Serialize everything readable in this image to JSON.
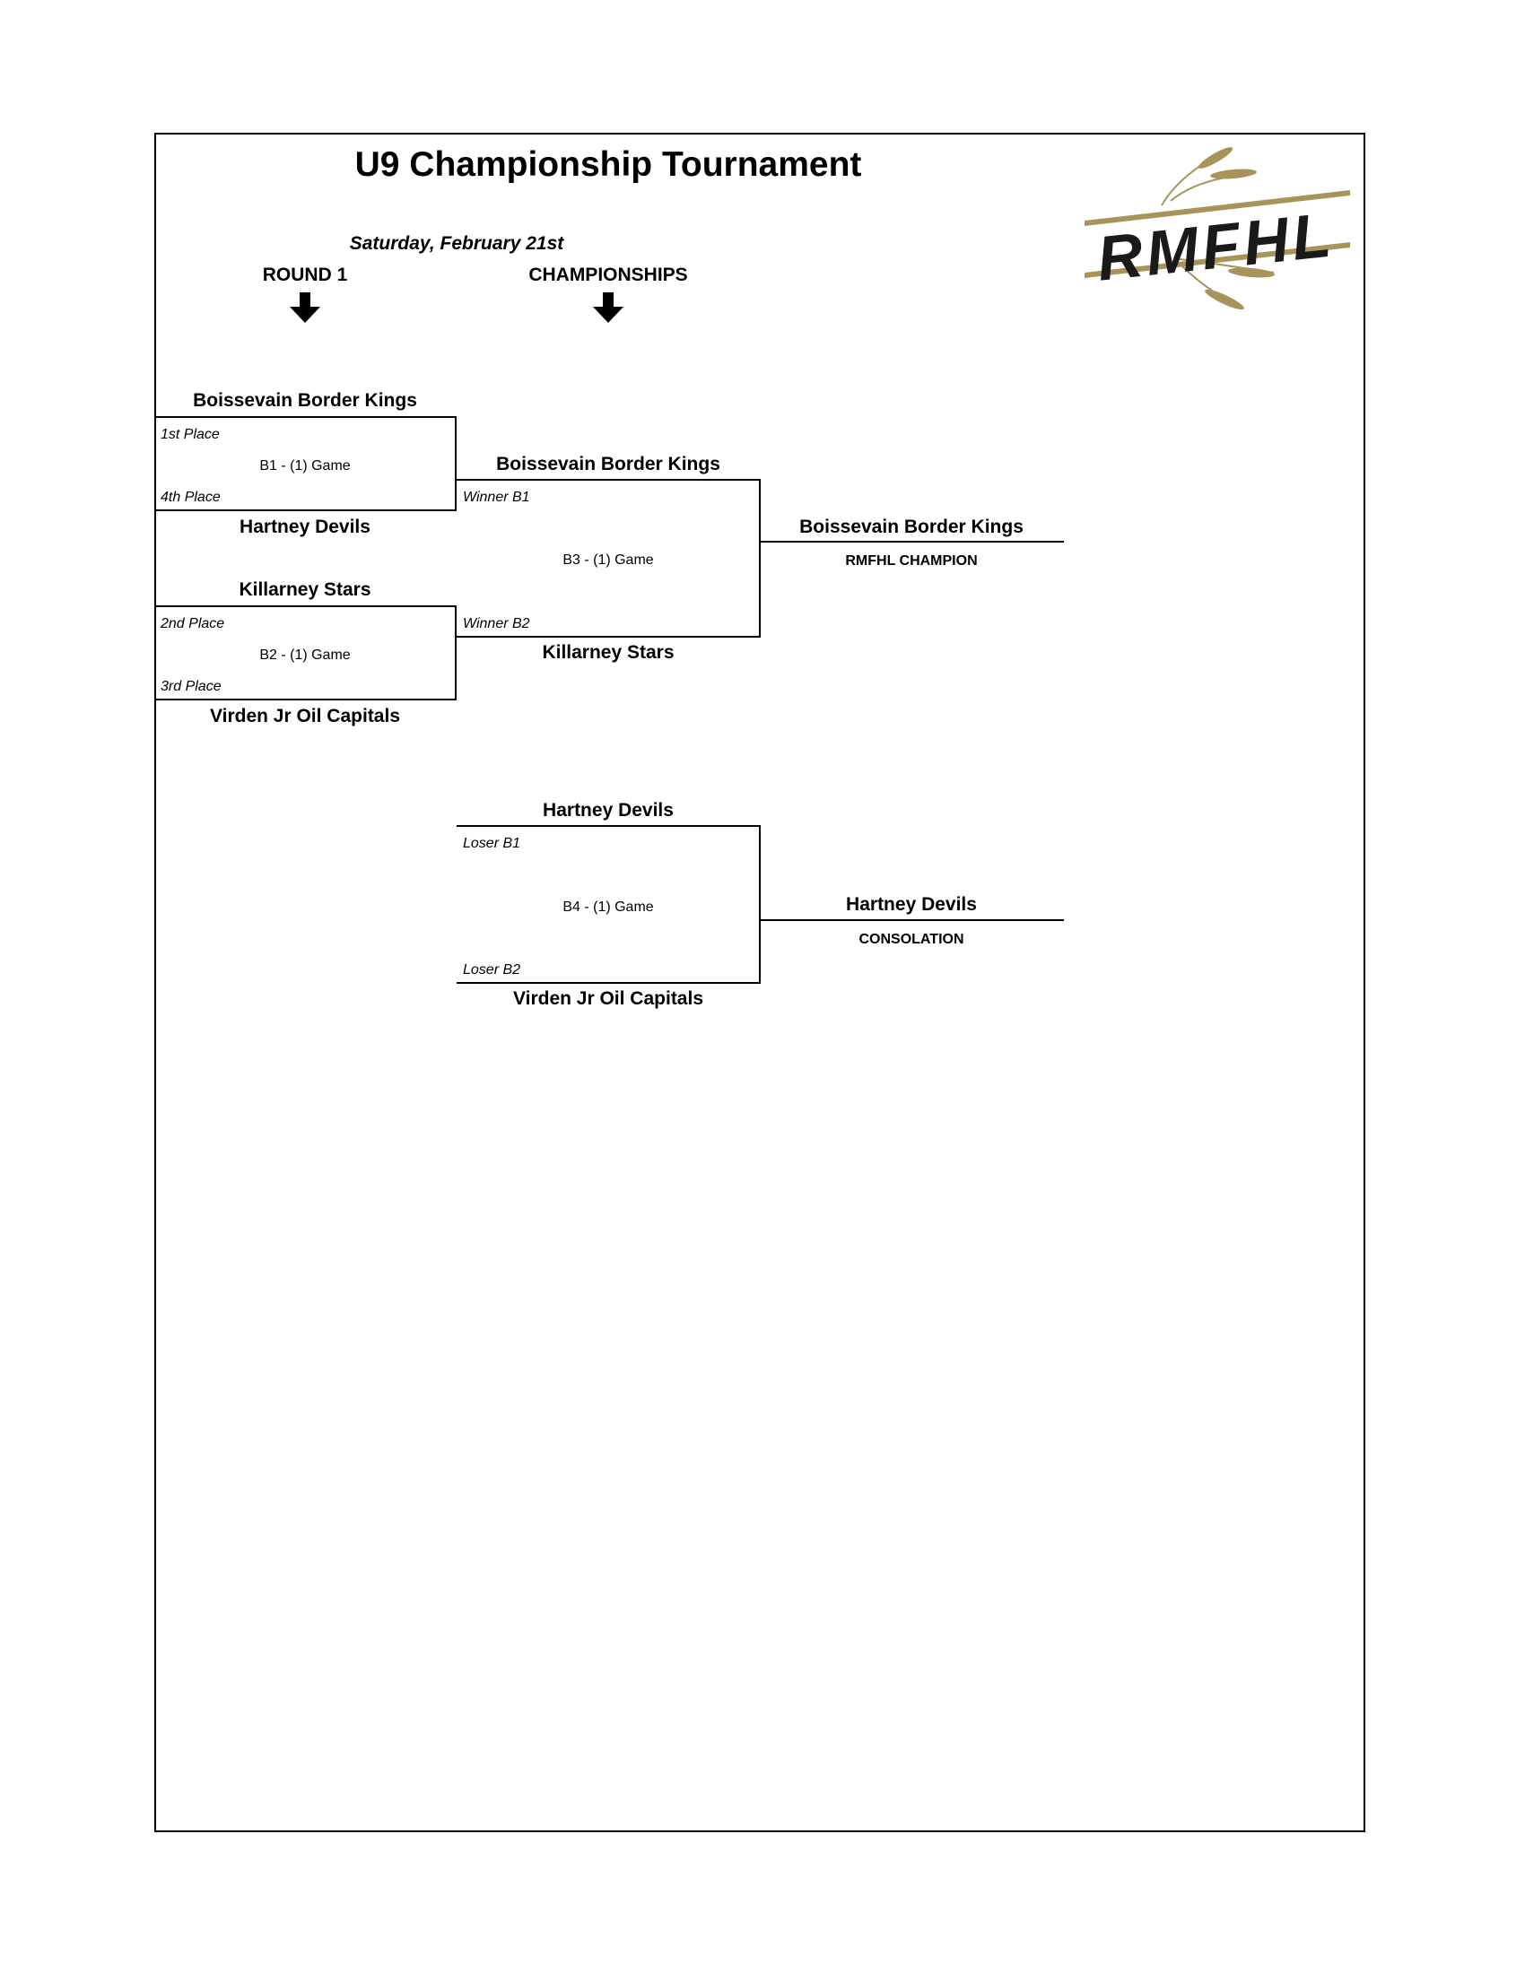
{
  "header": {
    "title": "U9 Championship Tournament",
    "date": "Saturday, February 21st",
    "round1_label": "ROUND 1",
    "championships_label": "CHAMPIONSHIPS",
    "logo_text": "RMFHL"
  },
  "colors": {
    "logo_gold": "#a8945a",
    "logo_text": "#1a1a1a"
  },
  "round1": [
    {
      "top_team": "Boissevain Border Kings",
      "top_seed": "1st Place",
      "game": "B1 - (1) Game",
      "bottom_seed": "4th Place",
      "bottom_team": "Hartney Devils"
    },
    {
      "top_team": "Killarney Stars",
      "top_seed": "2nd Place",
      "game": "B2 - (1) Game",
      "bottom_seed": "3rd Place",
      "bottom_team": "Virden Jr Oil Capitals"
    }
  ],
  "championship": {
    "top_team": "Boissevain Border Kings",
    "top_slot": "Winner B1",
    "game": "B3 - (1) Game",
    "bottom_slot": "Winner B2",
    "bottom_team": "Killarney Stars",
    "result_team": "Boissevain Border Kings",
    "result_label": "RMFHL CHAMPION"
  },
  "consolation": {
    "top_team": "Hartney Devils",
    "top_slot": "Loser B1",
    "game": "B4 - (1) Game",
    "bottom_slot": "Loser B2",
    "bottom_team": "Virden Jr Oil Capitals",
    "result_team": "Hartney Devils",
    "result_label": "CONSOLATION"
  }
}
